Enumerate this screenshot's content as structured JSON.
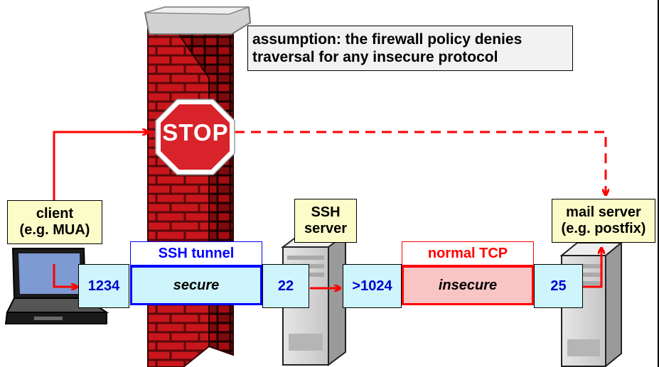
{
  "assumption": {
    "line1": "assumption: the firewall policy denies",
    "line2": "traversal for any insecure protocol"
  },
  "stop_sign": {
    "text": "STOP"
  },
  "client": {
    "line1": "client",
    "line2": "(e.g. MUA)"
  },
  "ssh_server": {
    "line1": "SSH",
    "line2": "server"
  },
  "mail_server": {
    "line1": "mail server",
    "line2": "(e.g. postfix)"
  },
  "tunnel": {
    "title": "SSH tunnel",
    "body": "secure"
  },
  "tcp": {
    "title": "normal TCP",
    "body": "insecure"
  },
  "ports": {
    "client": "1234",
    "ssh": "22",
    "ssh_out": ">1024",
    "mail": "25"
  },
  "colors": {
    "arrow": "#ff0000",
    "port_fill": "#cdf5fb",
    "label_fill": "#fcfcc8",
    "tunnel_border": "#0000ff",
    "tcp_fill": "#f8c4c4",
    "brick": "#c8161c",
    "stop": "#d8232a"
  }
}
